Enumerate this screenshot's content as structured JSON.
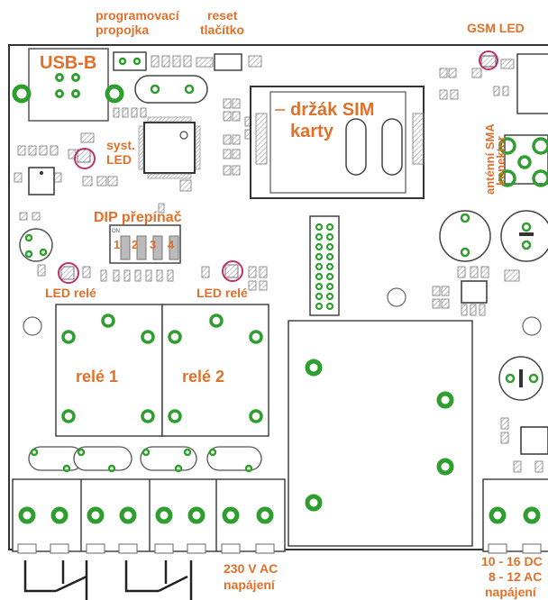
{
  "labels": {
    "prog_jumper_1": "programovací",
    "prog_jumper_2": "propojka",
    "reset_1": "reset",
    "reset_2": "tlačítko",
    "gsm_led": "GSM LED",
    "usb": "USB-B",
    "sys_led_1": "syst.",
    "sys_led_2": "LED",
    "sim_1": "držák SIM",
    "sim_2": "karty",
    "antenna_1": "anténní SMA",
    "antenna_2": "konektor",
    "dip": "DIP přepínač",
    "dip_1": "1",
    "dip_2": "2",
    "dip_3": "3",
    "dip_4": "4",
    "dip_on": "ON",
    "led_rele_1": "LED relé",
    "led_rele_2": "LED relé",
    "rele_1": "relé 1",
    "rele_2": "relé 2",
    "power_230_1": "230 V AC",
    "power_230_2": "napájení",
    "power_dc_1": "10 - 16 DC",
    "power_dc_2": "8 - 12 AC",
    "power_dc_3": "napájení"
  },
  "colors": {
    "accent_text": "#e0702a",
    "pad_green": "#2e9e2e",
    "outline": "#444444",
    "highlight_ring": "#c0306a",
    "hatch": "#9a9a9a"
  }
}
